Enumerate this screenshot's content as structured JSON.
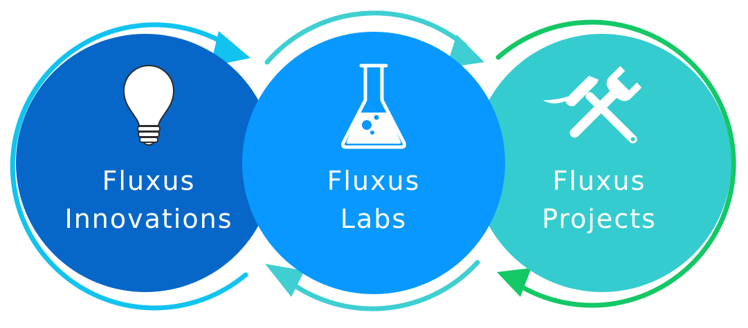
{
  "items": [
    {
      "line1": "Fluxus",
      "line2": "Innovations",
      "icon": "lightbulb-icon",
      "fill_color": "#0767c8",
      "ring_color": "#12c3f0"
    },
    {
      "line1": "Fluxus",
      "line2": "Labs",
      "icon": "flask-icon",
      "fill_color": "#0898ff",
      "ring_color": "#3fcfd2"
    },
    {
      "line1": "Fluxus",
      "line2": "Projects",
      "icon": "wrench-hammer-icon",
      "fill_color": "#35cccf",
      "ring_color": "#14c866"
    }
  ]
}
